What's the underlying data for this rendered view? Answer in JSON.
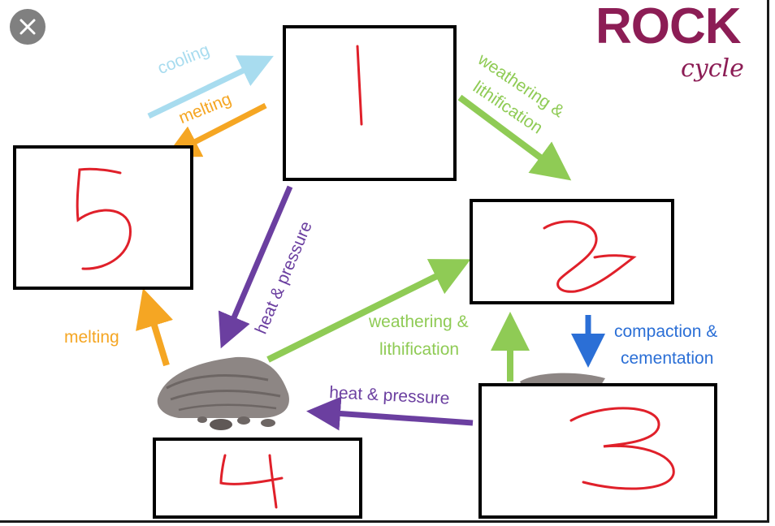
{
  "title": "ROCK",
  "subtitle": "cycle",
  "arrow_labels": {
    "cooling": "cooling",
    "melting_top": "melting",
    "weathering_top": "weathering &",
    "lithification_top": "lithification",
    "heat_pressure_diag": "heat & pressure",
    "weathering_mid": "weathering &",
    "lithification_mid": "lithification",
    "compaction": "compaction &",
    "cementation": "cementation",
    "heat_pressure_bottom": "heat & pressure",
    "melting_left": "melting"
  },
  "boxes": [
    "1",
    "2",
    "3",
    "4",
    "5"
  ],
  "colors": {
    "title": "#8c1d55",
    "green": "#8fcb55",
    "orange": "#f5a623",
    "purple": "#6b3fa0",
    "blue": "#2b6fd6",
    "lightblue": "#a8dcef",
    "handwriting": "#e0202a"
  },
  "icons": {
    "close": "close-icon"
  }
}
